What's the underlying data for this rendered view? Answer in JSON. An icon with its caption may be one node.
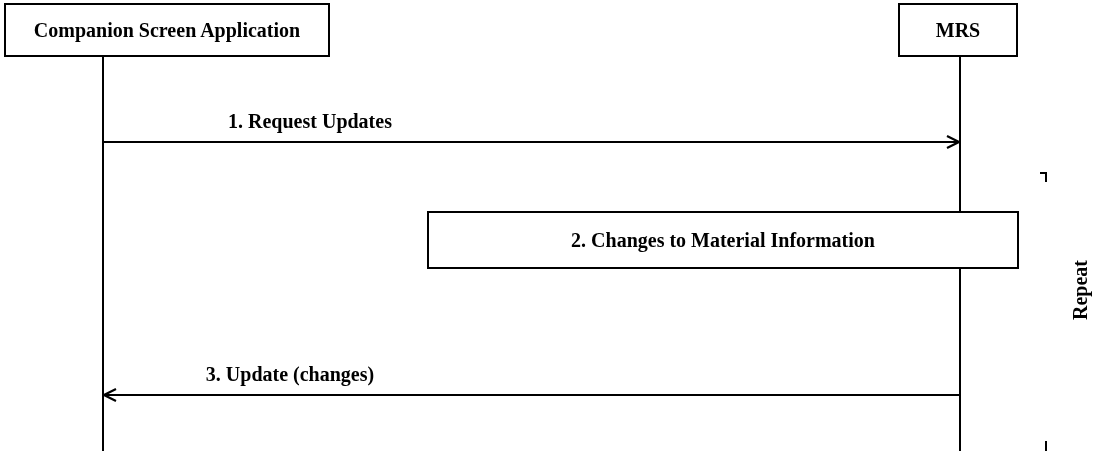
{
  "diagram": {
    "nodes": [
      {
        "text": [
          "Companion Screen Application"
        ]
      },
      {
        "text": [
          "MRS"
        ]
      },
      {
        "text": [],
        "shape": "line"
      },
      {
        "text": [],
        "shape": "line"
      },
      {
        "text": [
          "2. Changes to Material Information"
        ]
      }
    ],
    "edges": [
      {
        "from": 2,
        "to": 3,
        "arrow": "to",
        "label": "1. Request Updates"
      },
      {
        "from": 3,
        "to": 2,
        "arrow": "to",
        "label": "3. Update (changes)"
      }
    ],
    "labels": [
      "Repeat"
    ]
  }
}
